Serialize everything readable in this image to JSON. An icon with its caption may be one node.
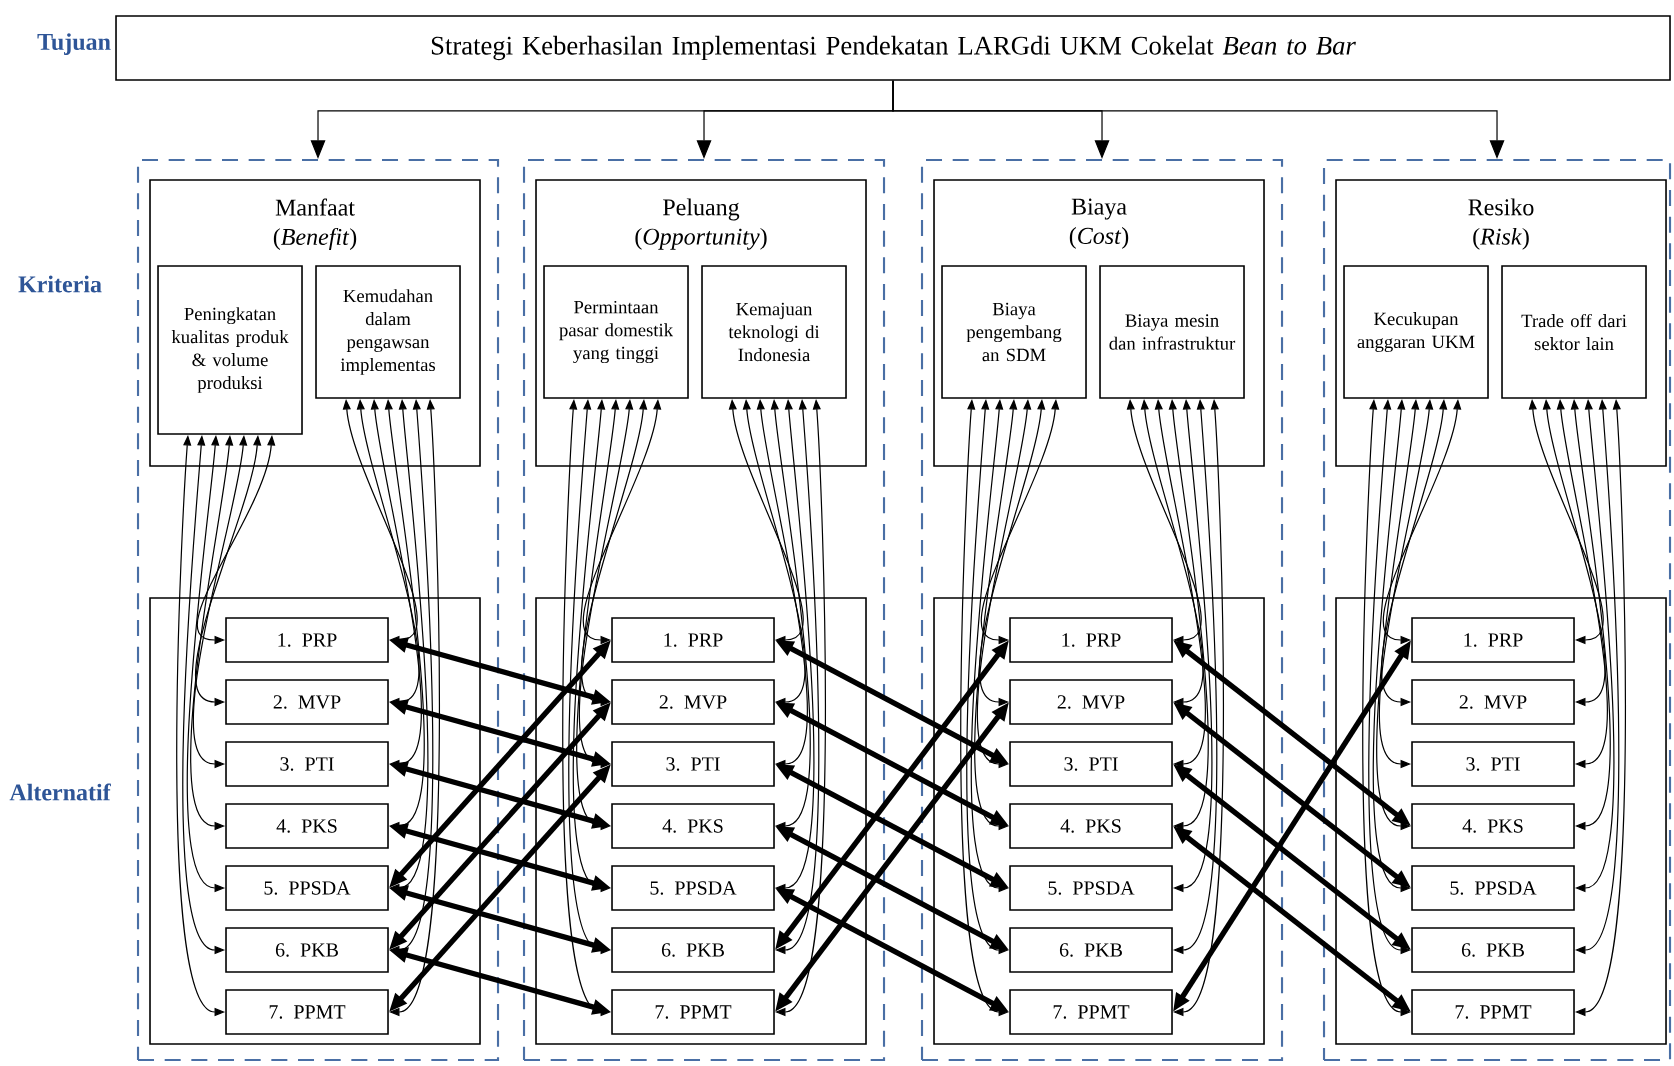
{
  "diagram": {
    "nodes": [
      {
        "text": [
          "Strategi Keberhasilan Implementasi Pendekatan LARGdi UKM Cokelat *Bean to Bar*"
        ]
      },
      {
        "text": [],
        "shape": "box"
      },
      {
        "text": [
          "Manfaat (*Benefit*)"
        ],
        "in": 1
      },
      {
        "text": [
          "Peningkatan kualitas produk & volume produksi"
        ],
        "in": 2
      },
      {
        "text": [
          "Kemudahan dalam pengawsan implementas"
        ],
        "in": 2
      },
      {
        "text": [],
        "shape": "box",
        "in": 1
      },
      {
        "text": [
          "1. PRP"
        ],
        "in": 5
      },
      {
        "text": [
          "2. MVP"
        ],
        "in": 5
      },
      {
        "text": [
          "3. PTI"
        ],
        "in": 5
      },
      {
        "text": [
          "4. PKS"
        ],
        "in": 5
      },
      {
        "text": [
          "5. PPSDA"
        ],
        "in": 5
      },
      {
        "text": [
          "6. PKB"
        ],
        "in": 5
      },
      {
        "text": [
          "7. PPMT"
        ],
        "in": 5
      },
      {
        "text": [],
        "shape": "box"
      },
      {
        "text": [
          "Peluang (*Opportunity*)"
        ],
        "in": 13
      },
      {
        "text": [
          "Permintaan pasar domestik yang tinggi"
        ],
        "in": 14
      },
      {
        "text": [
          "Kemajuan teknologi di Indonesia"
        ],
        "in": 14
      },
      {
        "text": [],
        "shape": "box",
        "in": 13
      },
      {
        "text": [
          "1. PRP"
        ],
        "in": 17
      },
      {
        "text": [
          "2. MVP"
        ],
        "in": 17
      },
      {
        "text": [
          "3. PTI"
        ],
        "in": 17
      },
      {
        "text": [
          "4. PKS"
        ],
        "in": 17
      },
      {
        "text": [
          "5. PPSDA"
        ],
        "in": 17
      },
      {
        "text": [
          "6. PKB"
        ],
        "in": 17
      },
      {
        "text": [
          "7. PPMT"
        ],
        "in": 17
      },
      {
        "text": [],
        "shape": "box"
      },
      {
        "text": [
          "Biaya (*Cost*)"
        ],
        "in": 25
      },
      {
        "text": [
          "Biaya pengembang an SDM"
        ],
        "in": 26
      },
      {
        "text": [
          "Biaya mesin dan infrastruktur"
        ],
        "in": 26
      },
      {
        "text": [],
        "shape": "box",
        "in": 25
      },
      {
        "text": [
          "1. PRP"
        ],
        "in": 29
      },
      {
        "text": [
          "2. MVP"
        ],
        "in": 29
      },
      {
        "text": [
          "3. PTI"
        ],
        "in": 29
      },
      {
        "text": [
          "4. PKS"
        ],
        "in": 29
      },
      {
        "text": [
          "5. PPSDA"
        ],
        "in": 29
      },
      {
        "text": [
          "6. PKB"
        ],
        "in": 29
      },
      {
        "text": [
          "7. PPMT"
        ],
        "in": 29
      },
      {
        "text": [],
        "shape": "box"
      },
      {
        "text": [
          "Resiko (*Risk*)"
        ],
        "in": 37
      },
      {
        "text": [
          "Kecukupan anggaran UKM"
        ],
        "in": 38
      },
      {
        "text": [
          "Trade off dari sektor lain"
        ],
        "in": 38
      },
      {
        "text": [],
        "shape": "box",
        "in": 37
      },
      {
        "text": [
          "1. PRP"
        ],
        "in": 41
      },
      {
        "text": [
          "2. MVP"
        ],
        "in": 41
      },
      {
        "text": [
          "3. PTI"
        ],
        "in": 41
      },
      {
        "text": [
          "4. PKS"
        ],
        "in": 41
      },
      {
        "text": [
          "5. PPSDA"
        ],
        "in": 41
      },
      {
        "text": [
          "6. PKB"
        ],
        "in": 41
      },
      {
        "text": [
          "7. PPMT"
        ],
        "in": 41
      }
    ],
    "edges": [
      {
        "from": 0,
        "to": 1,
        "arrow": "to"
      },
      {
        "from": 0,
        "to": 13,
        "arrow": "to"
      },
      {
        "from": 0,
        "to": 25,
        "arrow": "to"
      },
      {
        "from": 0,
        "to": 37,
        "arrow": "to"
      },
      {
        "from": 3,
        "to": 6,
        "arrow": "both"
      },
      {
        "from": 3,
        "to": 7,
        "arrow": "both"
      },
      {
        "from": 3,
        "to": 8,
        "arrow": "both"
      },
      {
        "from": 3,
        "to": 9,
        "arrow": "both"
      },
      {
        "from": 3,
        "to": 10,
        "arrow": "both"
      },
      {
        "from": 3,
        "to": 11,
        "arrow": "both"
      },
      {
        "from": 3,
        "to": 12,
        "arrow": "both"
      },
      {
        "from": 4,
        "to": 6,
        "arrow": "both"
      },
      {
        "from": 4,
        "to": 7,
        "arrow": "both"
      },
      {
        "from": 4,
        "to": 8,
        "arrow": "both"
      },
      {
        "from": 4,
        "to": 9,
        "arrow": "both"
      },
      {
        "from": 4,
        "to": 10,
        "arrow": "both"
      },
      {
        "from": 4,
        "to": 11,
        "arrow": "both"
      },
      {
        "from": 4,
        "to": 12,
        "arrow": "both"
      },
      {
        "from": 15,
        "to": 18,
        "arrow": "both"
      },
      {
        "from": 15,
        "to": 19,
        "arrow": "both"
      },
      {
        "from": 15,
        "to": 20,
        "arrow": "both"
      },
      {
        "from": 15,
        "to": 21,
        "arrow": "both"
      },
      {
        "from": 15,
        "to": 22,
        "arrow": "both"
      },
      {
        "from": 15,
        "to": 23,
        "arrow": "both"
      },
      {
        "from": 15,
        "to": 24,
        "arrow": "both"
      },
      {
        "from": 16,
        "to": 18,
        "arrow": "both"
      },
      {
        "from": 16,
        "to": 19,
        "arrow": "both"
      },
      {
        "from": 16,
        "to": 20,
        "arrow": "both"
      },
      {
        "from": 16,
        "to": 21,
        "arrow": "both"
      },
      {
        "from": 16,
        "to": 22,
        "arrow": "both"
      },
      {
        "from": 16,
        "to": 23,
        "arrow": "both"
      },
      {
        "from": 16,
        "to": 24,
        "arrow": "both"
      },
      {
        "from": 27,
        "to": 30,
        "arrow": "both"
      },
      {
        "from": 27,
        "to": 31,
        "arrow": "both"
      },
      {
        "from": 27,
        "to": 32,
        "arrow": "both"
      },
      {
        "from": 27,
        "to": 33,
        "arrow": "both"
      },
      {
        "from": 27,
        "to": 34,
        "arrow": "both"
      },
      {
        "from": 27,
        "to": 35,
        "arrow": "both"
      },
      {
        "from": 27,
        "to": 36,
        "arrow": "both"
      },
      {
        "from": 28,
        "to": 30,
        "arrow": "both"
      },
      {
        "from": 28,
        "to": 31,
        "arrow": "both"
      },
      {
        "from": 28,
        "to": 32,
        "arrow": "both"
      },
      {
        "from": 28,
        "to": 33,
        "arrow": "both"
      },
      {
        "from": 28,
        "to": 34,
        "arrow": "both"
      },
      {
        "from": 28,
        "to": 35,
        "arrow": "both"
      },
      {
        "from": 28,
        "to": 36,
        "arrow": "both"
      },
      {
        "from": 39,
        "to": 42,
        "arrow": "both"
      },
      {
        "from": 39,
        "to": 43,
        "arrow": "both"
      },
      {
        "from": 39,
        "to": 44,
        "arrow": "both"
      },
      {
        "from": 39,
        "to": 45,
        "arrow": "both"
      },
      {
        "from": 39,
        "to": 46,
        "arrow": "both"
      },
      {
        "from": 39,
        "to": 47,
        "arrow": "both"
      },
      {
        "from": 39,
        "to": 48,
        "arrow": "both"
      },
      {
        "from": 40,
        "to": 42,
        "arrow": "both"
      },
      {
        "from": 40,
        "to": 43,
        "arrow": "both"
      },
      {
        "from": 40,
        "to": 44,
        "arrow": "both"
      },
      {
        "from": 40,
        "to": 45,
        "arrow": "both"
      },
      {
        "from": 40,
        "to": 46,
        "arrow": "both"
      },
      {
        "from": 40,
        "to": 47,
        "arrow": "both"
      },
      {
        "from": 40,
        "to": 48,
        "arrow": "both"
      },
      {
        "from": 6,
        "to": 19,
        "arrow": "both",
        "style": "thick"
      },
      {
        "from": 7,
        "to": 20,
        "arrow": "both",
        "style": "thick"
      },
      {
        "from": 8,
        "to": 21,
        "arrow": "both",
        "style": "thick"
      },
      {
        "from": 9,
        "to": 22,
        "arrow": "both",
        "style": "thick"
      },
      {
        "from": 10,
        "to": 23,
        "arrow": "both",
        "style": "thick"
      },
      {
        "from": 11,
        "to": 24,
        "arrow": "both",
        "style": "thick"
      },
      {
        "from": 10,
        "to": 18,
        "arrow": "both",
        "style": "thick"
      },
      {
        "from": 11,
        "to": 19,
        "arrow": "both",
        "style": "thick"
      },
      {
        "from": 12,
        "to": 20,
        "arrow": "both",
        "style": "thick"
      },
      {
        "from": 18,
        "to": 32,
        "arrow": "both",
        "style": "thick"
      },
      {
        "from": 19,
        "to": 33,
        "arrow": "both",
        "style": "thick"
      },
      {
        "from": 20,
        "to": 34,
        "arrow": "both",
        "style": "thick"
      },
      {
        "from": 21,
        "to": 35,
        "arrow": "both",
        "style": "thick"
      },
      {
        "from": 22,
        "to": 36,
        "arrow": "both",
        "style": "thick"
      },
      {
        "from": 23,
        "to": 30,
        "arrow": "both",
        "style": "thick"
      },
      {
        "from": 24,
        "to": 31,
        "arrow": "both",
        "style": "thick"
      },
      {
        "from": 30,
        "to": 45,
        "arrow": "both",
        "style": "thick"
      },
      {
        "from": 31,
        "to": 46,
        "arrow": "both",
        "style": "thick"
      },
      {
        "from": 32,
        "to": 47,
        "arrow": "both",
        "style": "thick"
      },
      {
        "from": 33,
        "to": 48,
        "arrow": "both",
        "style": "thick"
      },
      {
        "from": 36,
        "to": 42,
        "arrow": "both",
        "style": "thick"
      }
    ],
    "labels": [
      "Tujuan",
      "Kriteria",
      "Alternatif"
    ]
  }
}
